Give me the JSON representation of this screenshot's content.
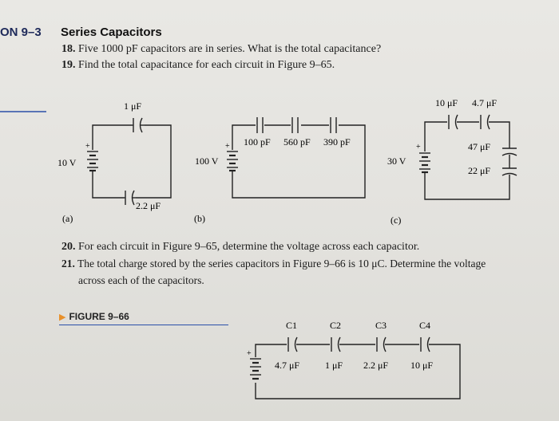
{
  "section": {
    "number": "ON 9–3",
    "title": "Series Capacitors"
  },
  "questions": [
    {
      "num": "18.",
      "text": "Five 1000 pF capacitors are in series. What is the total capacitance?"
    },
    {
      "num": "19.",
      "text": "Find the total capacitance for each circuit in Figure 9–65."
    },
    {
      "num": "20.",
      "text": "For each circuit in Figure 9–65, determine the voltage across each capacitor."
    },
    {
      "num": "21.",
      "text": "The total charge stored by the series capacitors in Figure 9–66 is 10 μC. Determine the voltage",
      "text2": "across each of the capacitors."
    }
  ],
  "figure65": {
    "a": {
      "label": "(a)",
      "source": "10 V",
      "c1": "1 μF",
      "c2": "2.2 μF"
    },
    "b": {
      "label": "(b)",
      "source": "100 V",
      "c1": "100 pF",
      "c2": "560 pF",
      "c3": "390 pF"
    },
    "c": {
      "label": "(c)",
      "source": "30 V",
      "c1": "10 μF",
      "c2": "4.7 μF",
      "c3": "47 μF",
      "c4": "22 μF"
    }
  },
  "figure66": {
    "label": "FIGURE 9–66",
    "c_names": [
      "C1",
      "C2",
      "C3",
      "C4"
    ],
    "c_values": [
      "4.7 μF",
      "1 μF",
      "2.2 μF",
      "10 μF"
    ]
  },
  "colors": {
    "section_number": "#1e2a5a",
    "figure_label_arrow": "#e8902a",
    "rule": "#2a4fa8"
  }
}
